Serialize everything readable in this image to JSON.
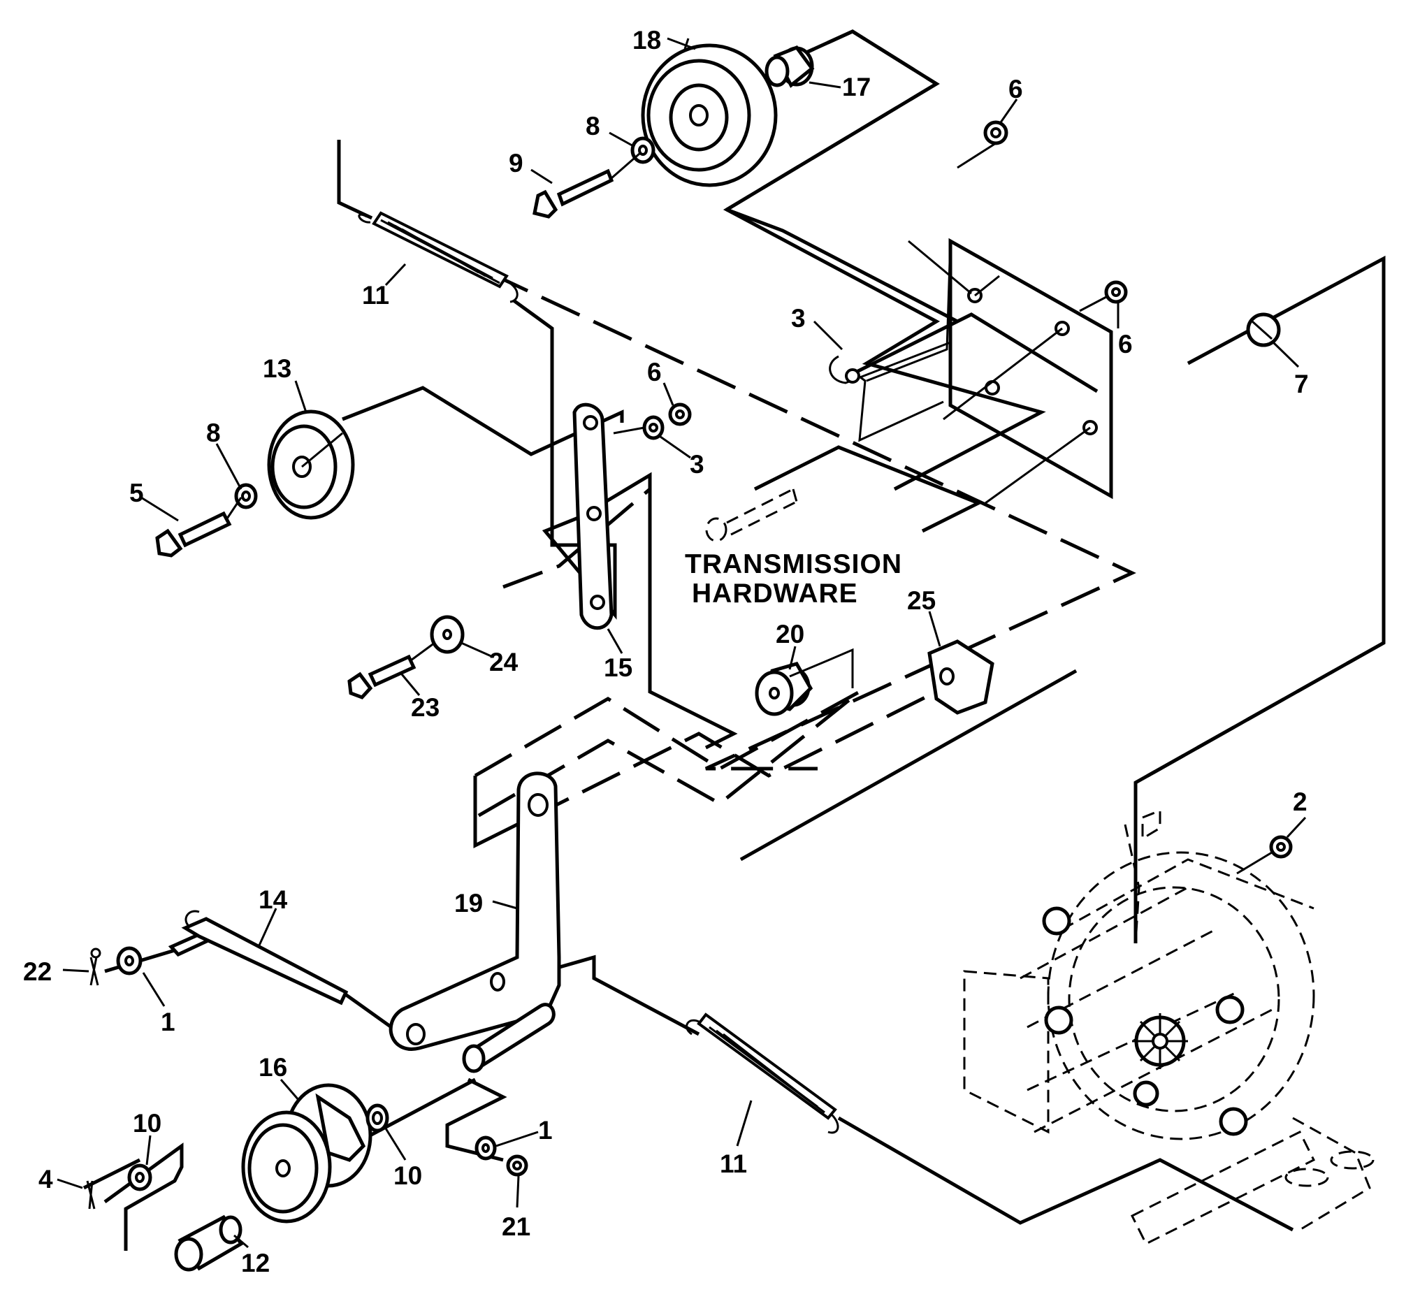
{
  "callouts": [
    {
      "id": "18",
      "text": "18"
    },
    {
      "id": "17",
      "text": "17"
    },
    {
      "id": "6a",
      "text": "6"
    },
    {
      "id": "8a",
      "text": "8"
    },
    {
      "id": "9",
      "text": "9"
    },
    {
      "id": "11a",
      "text": "11"
    },
    {
      "id": "3a",
      "text": "3"
    },
    {
      "id": "6b",
      "text": "6"
    },
    {
      "id": "7",
      "text": "7"
    },
    {
      "id": "13",
      "text": "13"
    },
    {
      "id": "6c",
      "text": "6"
    },
    {
      "id": "8b",
      "text": "8"
    },
    {
      "id": "3b",
      "text": "3"
    },
    {
      "id": "5",
      "text": "5"
    },
    {
      "id": "25",
      "text": "25"
    },
    {
      "id": "20",
      "text": "20"
    },
    {
      "id": "24",
      "text": "24"
    },
    {
      "id": "15",
      "text": "15"
    },
    {
      "id": "23",
      "text": "23"
    },
    {
      "id": "2",
      "text": "2"
    },
    {
      "id": "14",
      "text": "14"
    },
    {
      "id": "19",
      "text": "19"
    },
    {
      "id": "22",
      "text": "22"
    },
    {
      "id": "1a",
      "text": "1"
    },
    {
      "id": "16",
      "text": "16"
    },
    {
      "id": "10a",
      "text": "10"
    },
    {
      "id": "4",
      "text": "4"
    },
    {
      "id": "10b",
      "text": "10"
    },
    {
      "id": "1b",
      "text": "1"
    },
    {
      "id": "11b",
      "text": "11"
    },
    {
      "id": "12",
      "text": "12"
    },
    {
      "id": "21",
      "text": "21"
    }
  ],
  "transmission_label": {
    "line1": "TRANSMISSION",
    "line2": "HARDWARE"
  }
}
